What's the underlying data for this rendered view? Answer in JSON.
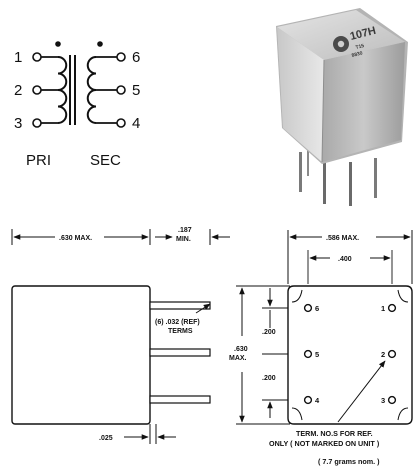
{
  "schematic": {
    "primary_pins": [
      "1",
      "2",
      "3"
    ],
    "secondary_pins": [
      "6",
      "5",
      "4"
    ],
    "primary_label": "PRI",
    "secondary_label": "SEC"
  },
  "photo": {
    "part_marking": "107H",
    "marking_line2": "T15",
    "marking_line3": "8830"
  },
  "dimensions": {
    "length_max": ".630 MAX.",
    "lead_len_value": ".187",
    "lead_len_note": "MIN.",
    "terms_line1": "(6) .032 (REF)",
    "terms_line2": "TERMS",
    "lead_spacing_upper": ".200",
    "lead_spacing_lower": ".200",
    "height_max_value": ".630",
    "height_max_note": "MAX.",
    "lead_thickness": ".025",
    "width_max": ".586 MAX.",
    "row_spacing": ".400"
  },
  "bottom_view": {
    "left_pins": [
      "6",
      "5",
      "4"
    ],
    "right_pins": [
      "1",
      "2",
      "3"
    ]
  },
  "notes": {
    "term_line1": "TERM. NO.S FOR REF.",
    "term_line2": "ONLY ( NOT MARKED ON UNIT )",
    "weight": "( 7.7 grams nom. )"
  }
}
